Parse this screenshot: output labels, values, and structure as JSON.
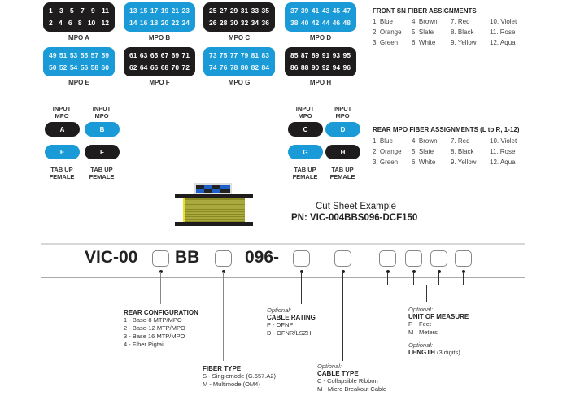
{
  "mpo_blocks": [
    {
      "id": "A",
      "label": "MPO A",
      "color": "black",
      "top": [
        "1",
        "3",
        "5",
        "7",
        "9",
        "11"
      ],
      "bottom": [
        "2",
        "4",
        "6",
        "8",
        "10",
        "12"
      ]
    },
    {
      "id": "B",
      "label": "MPO B",
      "color": "blue",
      "top": [
        "13",
        "15",
        "17",
        "19",
        "21",
        "23"
      ],
      "bottom": [
        "14",
        "16",
        "18",
        "20",
        "22",
        "24"
      ]
    },
    {
      "id": "C",
      "label": "MPO C",
      "color": "black",
      "top": [
        "25",
        "27",
        "29",
        "31",
        "33",
        "35"
      ],
      "bottom": [
        "26",
        "28",
        "30",
        "32",
        "34",
        "36"
      ]
    },
    {
      "id": "D",
      "label": "MPO D",
      "color": "blue",
      "top": [
        "37",
        "39",
        "41",
        "43",
        "45",
        "47"
      ],
      "bottom": [
        "38",
        "40",
        "42",
        "44",
        "46",
        "48"
      ]
    },
    {
      "id": "E",
      "label": "MPO E",
      "color": "blue",
      "top": [
        "49",
        "51",
        "53",
        "55",
        "57",
        "59"
      ],
      "bottom": [
        "50",
        "52",
        "54",
        "56",
        "58",
        "60"
      ]
    },
    {
      "id": "F",
      "label": "MPO F",
      "color": "black",
      "top": [
        "61",
        "63",
        "65",
        "67",
        "69",
        "71"
      ],
      "bottom": [
        "62",
        "64",
        "66",
        "68",
        "70",
        "72"
      ]
    },
    {
      "id": "G",
      "label": "MPO G",
      "color": "blue",
      "top": [
        "73",
        "75",
        "77",
        "79",
        "81",
        "83"
      ],
      "bottom": [
        "74",
        "76",
        "78",
        "80",
        "82",
        "84"
      ]
    },
    {
      "id": "H",
      "label": "MPO H",
      "color": "black",
      "top": [
        "85",
        "87",
        "89",
        "91",
        "93",
        "95"
      ],
      "bottom": [
        "86",
        "88",
        "90",
        "92",
        "94",
        "96"
      ]
    }
  ],
  "front_assignments": {
    "title": "FRONT SN FIBER ASSIGNMENTS",
    "items": [
      "1. Blue",
      "4. Brown",
      "7. Red",
      "10. Violet",
      "2. Orange",
      "5. Slate",
      "8. Black",
      "11. Rose",
      "3. Green",
      "6. White",
      "9. Yellow",
      "12. Aqua"
    ]
  },
  "rear_assignments": {
    "title": "REAR MPO FIBER ASSIGNMENTS (L to R, 1-12)",
    "items": [
      "1. Blue",
      "4. Brown",
      "7. Red",
      "10. Violet",
      "2. Orange",
      "5. Slate",
      "8. Black",
      "11. Rose",
      "3. Green",
      "6. White",
      "9. Yellow",
      "12. Aqua"
    ]
  },
  "connectors": {
    "input_label_1": "INPUT",
    "input_label_2": "MPO",
    "tab_label_1": "TAB UP",
    "tab_label_2": "FEMALE",
    "pills": [
      {
        "letter": "A",
        "color": "black"
      },
      {
        "letter": "B",
        "color": "blue"
      },
      {
        "letter": "E",
        "color": "blue"
      },
      {
        "letter": "F",
        "color": "black"
      },
      {
        "letter": "C",
        "color": "black"
      },
      {
        "letter": "D",
        "color": "blue"
      },
      {
        "letter": "G",
        "color": "blue"
      },
      {
        "letter": "H",
        "color": "black"
      }
    ]
  },
  "cut_sheet": {
    "title": "Cut Sheet Example",
    "part_number": "PN: VIC-004BBS096-DCF150"
  },
  "part_number_builder": {
    "seg1": "VIC-00",
    "seg2": "BB",
    "seg3": "096-"
  },
  "options": {
    "rear_config": {
      "title": "REAR CONFIGURATION",
      "items": [
        "1 - Base-8 MTP/MPO",
        "2 - Base-12 MTP/MPO",
        "3 - Base 16 MTP/MPO",
        "4 - Fiber Pigtail"
      ]
    },
    "fiber_type": {
      "title": "FIBER TYPE",
      "items": [
        "S - Singlemode (G.657.A2)",
        "M - Multimode (OM4)"
      ]
    },
    "cable_rating": {
      "optional": "Optional:",
      "title": "CABLE RATING",
      "items": [
        "P - OFNP",
        "D - OFNR/LSZH"
      ]
    },
    "cable_type": {
      "optional": "Optional:",
      "title": "CABLE TYPE",
      "items": [
        "C - Collapsible Ribbon",
        "M - Micro Breakout Cable"
      ]
    },
    "unit_of_measure": {
      "optional": "Optional:",
      "title": "UNIT OF MEASURE",
      "items": [
        {
          "code": "F",
          "label": "Feet"
        },
        {
          "code": "M",
          "label": "Meters"
        }
      ]
    },
    "length": {
      "optional": "Optional:",
      "title": "LENGTH",
      "note": "(3 digits)"
    }
  },
  "colors": {
    "black": "#1e1c1c",
    "blue": "#1a9ad6",
    "cable_yellow": "#9a9a2a"
  }
}
